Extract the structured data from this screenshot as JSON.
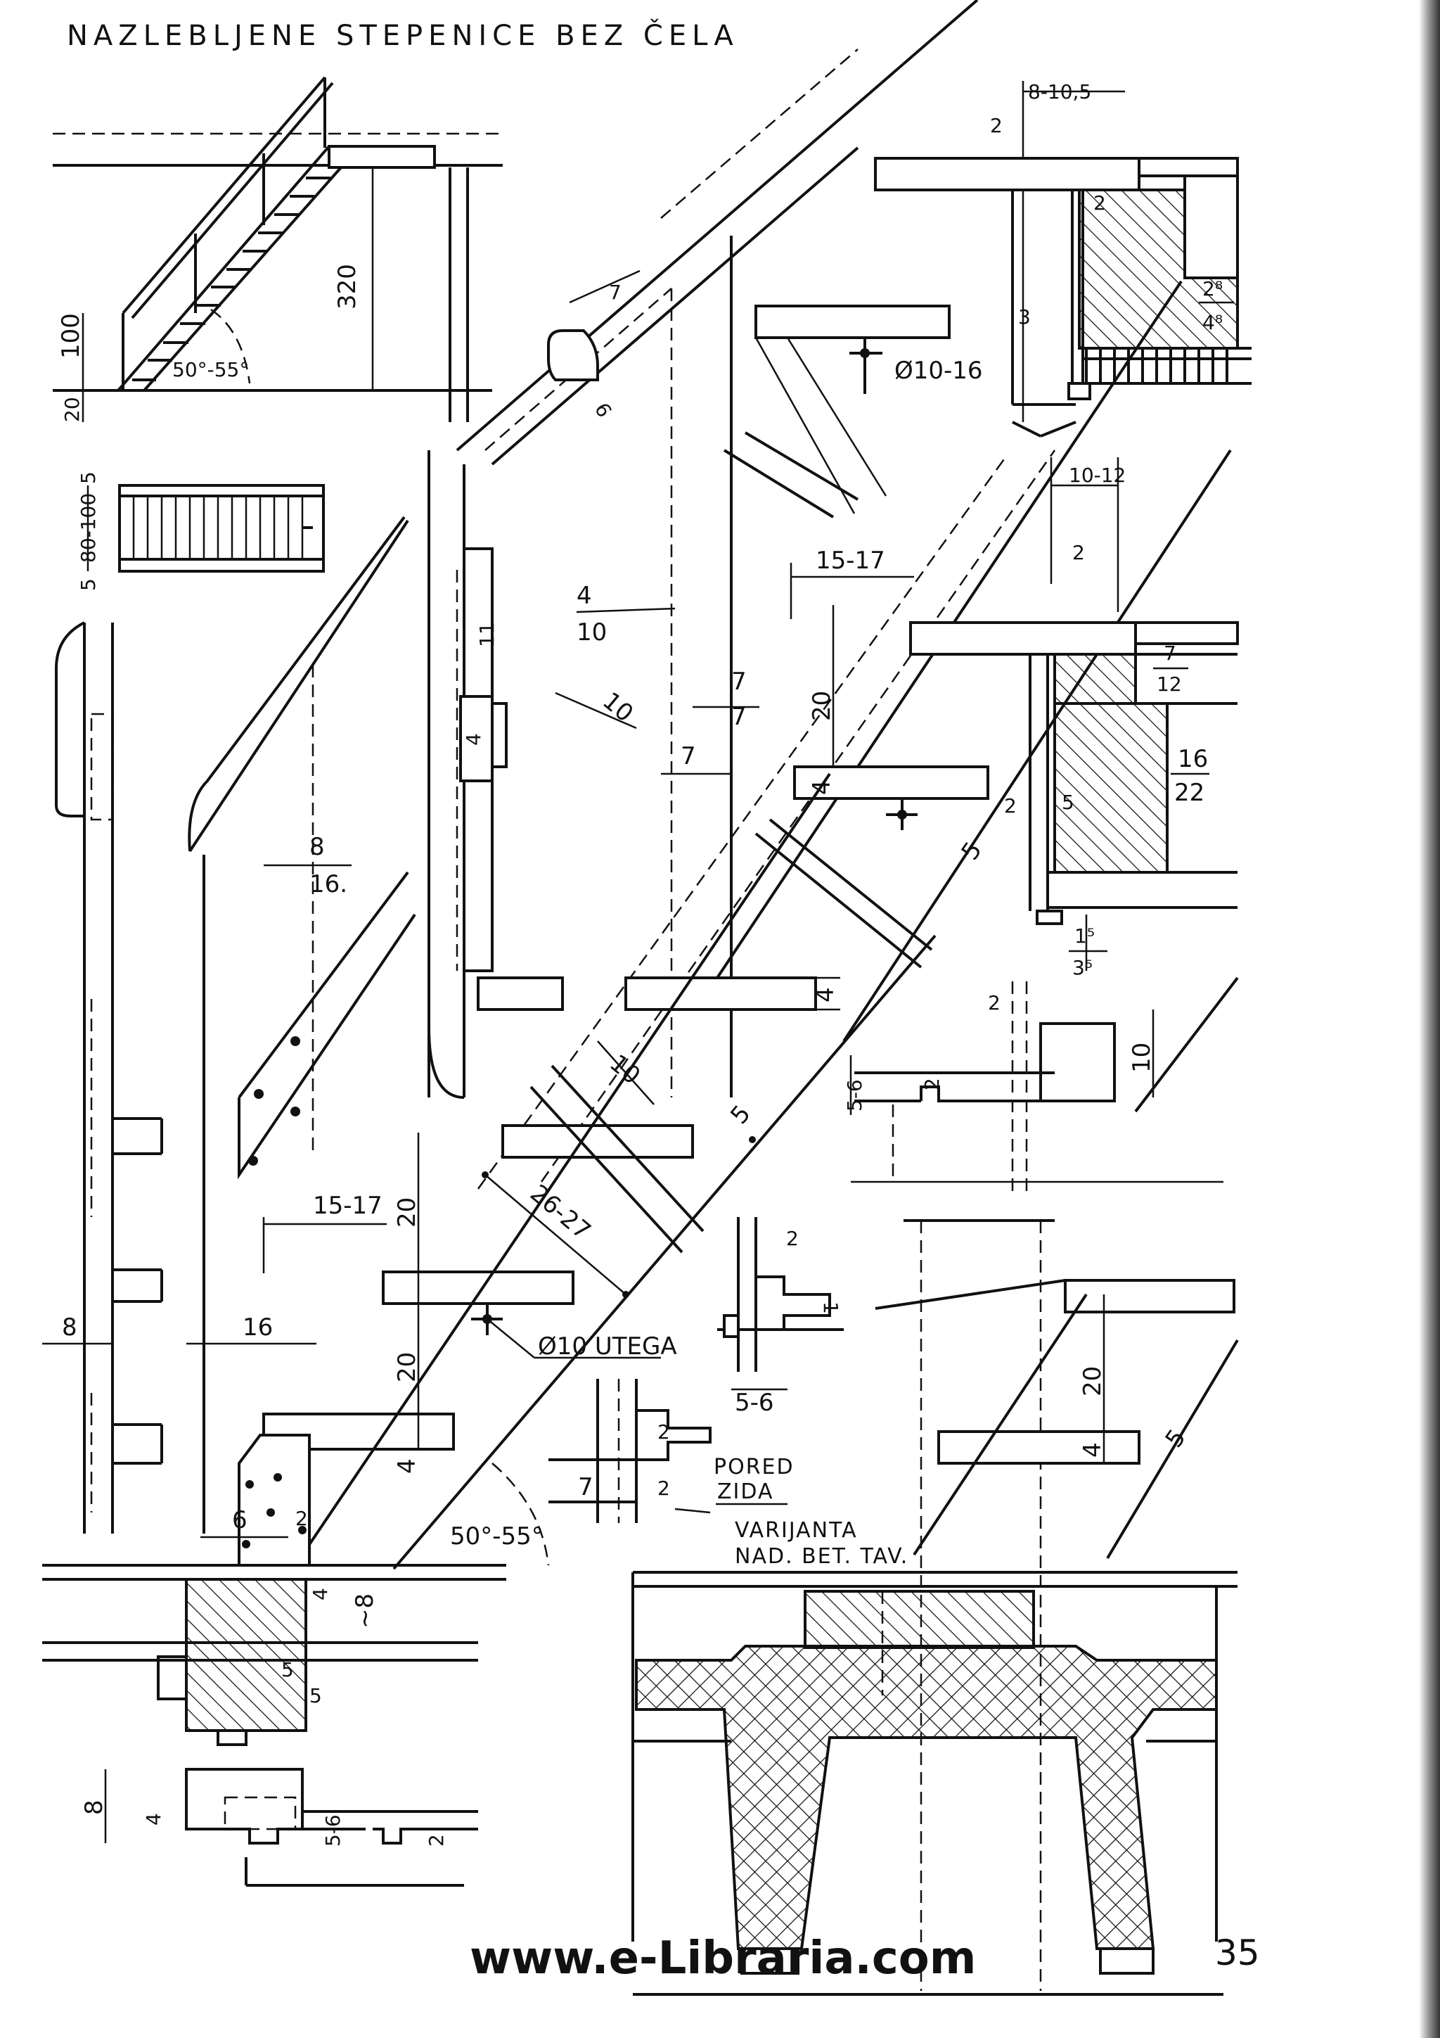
{
  "page": {
    "title": "NAZLEBLJENE STEPENICE   BEZ ČELA",
    "website": "www.e-Libraria.com",
    "page_number": "35"
  },
  "labels": {
    "dims": {
      "d_8_10_5": "8-10,5",
      "d_2_top": "2",
      "d_2_b": "2",
      "d_2_8": "2⁸",
      "d_4_8": "4⁸",
      "d_3": "3",
      "d_7_a": "7",
      "d_6_a": "6",
      "d_phi_10_16": "Ø10-16",
      "d_320": "320",
      "d_100": "100",
      "d_20_base": "20",
      "d_angle_top": "50°-55°",
      "d_5_s": "5",
      "d_80_100": "80-100",
      "d_5_s2": "5",
      "d_10_12": "10-12",
      "d_2_c": "2",
      "d_15_17_r": "15-17",
      "d_4_10_num": "4",
      "d_4_10_den": "10",
      "d_10_a": "10",
      "d_7_7_num": "7",
      "d_7_7_den": "7",
      "d_7_b": "7",
      "d_20_r": "20",
      "d_4_r": "4",
      "d_5_r": "5",
      "d_7_12_num": "7",
      "d_7_12_den": "12",
      "d_16_22_num": "16",
      "d_16_22_den": "22",
      "d_2_d": "2",
      "d_5_e": "5",
      "d_1_5": "1⁵",
      "d_3_5": "3⁵",
      "d_8_16_num": "8",
      "d_8_16_den": "16.",
      "d_11": "11",
      "d_4_mid": "4",
      "d_2_e": "2",
      "d_10_box": "10",
      "d_5_6_a": "5-6",
      "d_2_f": "2",
      "d_10_b": "10",
      "d_5_b": "5",
      "d_4_c": "4",
      "d_26_27": "26-27",
      "d_15_17_l": "15-17",
      "d_20_l": "20",
      "d_phi_10_utega": "Ø10 UTEGA",
      "d_20_ll": "20",
      "d_4_ll": "4",
      "d_8_l": "8",
      "d_16_l": "16",
      "d_6_b": "6",
      "d_2_g": "2",
      "d_angle_bottom": "50°-55°",
      "d_4_sec": "4",
      "d_8_approx": "~8",
      "d_5_sec": "5",
      "d_5_sec2": "5",
      "d_8_bot": "8",
      "d_4_bot": "4",
      "d_5_6_bot": "5-6",
      "d_2_bot": "2",
      "d_2_h": "2",
      "d_1_h": "1",
      "d_5_6_c": "5-6",
      "d_7_c": "7",
      "d_2_i": "2",
      "d_20_br": "20",
      "d_4_br": "4",
      "d_5_br": "5"
    },
    "notes": {
      "pored_zida_1": "PORED",
      "pored_zida_2": "ZIDA",
      "varijanta_1": "VARIJANTA",
      "varijanta_2": "NAD. BET. TAV."
    }
  }
}
